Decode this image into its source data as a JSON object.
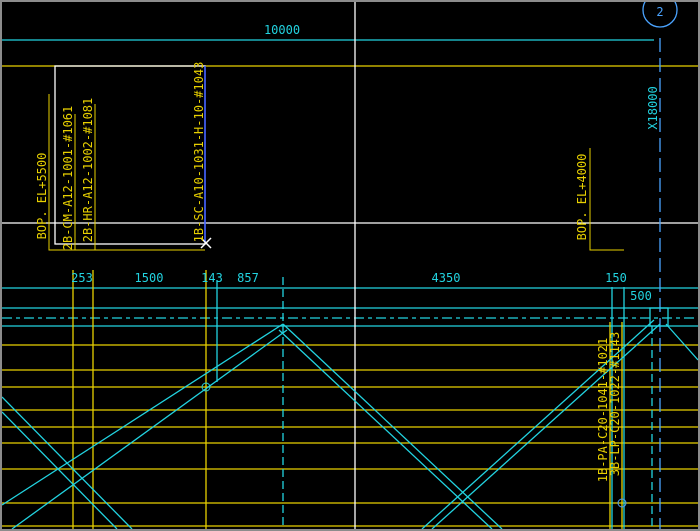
{
  "drawing": {
    "grid_bubble": "2",
    "dims_top": {
      "overall": "10000",
      "vertical": "X18000"
    },
    "levels": {
      "left": "BOP. EL+5500",
      "right": "BOP. EL+4000"
    },
    "line_tags": [
      "2B-CM-A12-1001-#1061",
      "2B-HR-A12-1002-#1081",
      "1B-SC-A10-1031-H-10-#1043",
      "1B-PA-C20-1041-#1021",
      "3B-LP-C20-1022-#1143"
    ],
    "dims_row": [
      "253",
      "1500",
      "143",
      "857",
      "4350",
      "150",
      "500"
    ],
    "colors": {
      "cyan": "#22d3e0",
      "yellow": "#e8d000",
      "white": "#ffffff",
      "blue": "#4aa3ff"
    }
  }
}
